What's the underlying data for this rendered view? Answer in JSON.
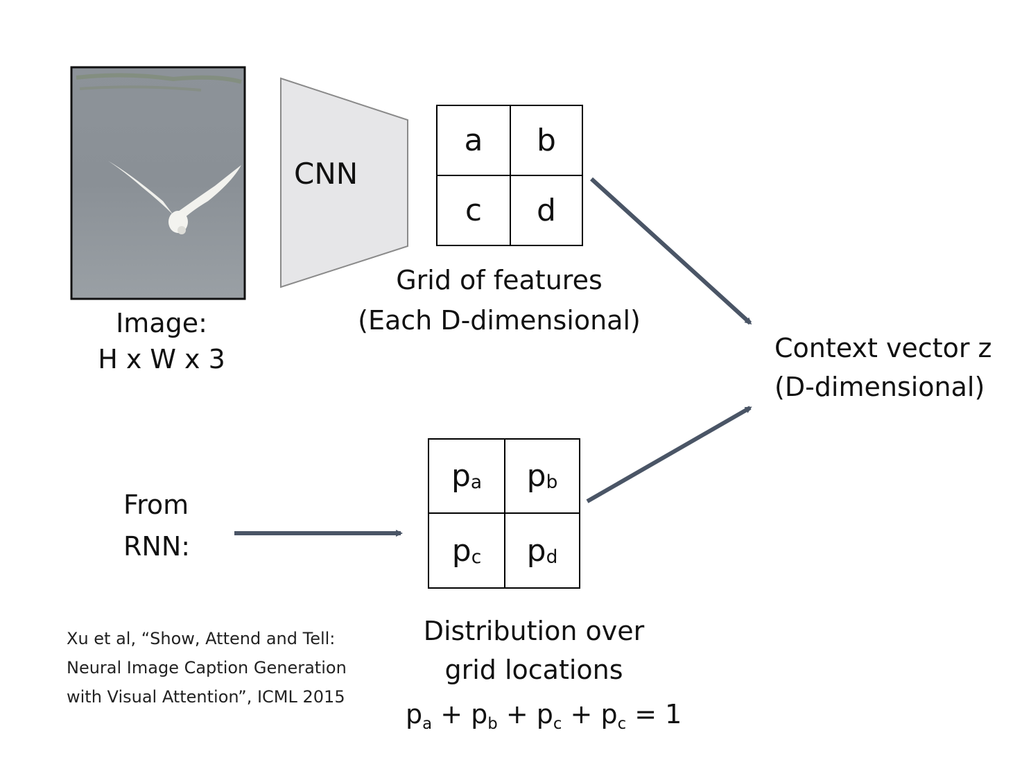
{
  "image": {
    "label_line1": "Image:",
    "label_line2": "H x W x 3",
    "photo_icon": "bird-photo"
  },
  "cnn": {
    "label": "CNN"
  },
  "feature_grid": {
    "cells": [
      "a",
      "b",
      "c",
      "d"
    ],
    "caption_line1": "Grid of features",
    "caption_line2": "(Each D-dimensional)"
  },
  "context": {
    "line1": "Context vector z",
    "line2": "(D-dimensional)"
  },
  "rnn": {
    "line1": "From",
    "line2": "RNN:"
  },
  "prob_grid": {
    "cells": [
      {
        "base": "p",
        "sub": "a"
      },
      {
        "base": "p",
        "sub": "b"
      },
      {
        "base": "p",
        "sub": "c"
      },
      {
        "base": "p",
        "sub": "d"
      }
    ],
    "caption_line1": "Distribution over",
    "caption_line2": "grid locations",
    "equation": {
      "terms": [
        {
          "base": "p",
          "sub": "a"
        },
        {
          "base": "p",
          "sub": "b"
        },
        {
          "base": "p",
          "sub": "c"
        },
        {
          "base": "p",
          "sub": "c"
        }
      ],
      "plus": "+",
      "equals": "= 1"
    }
  },
  "reference": {
    "line1": "Xu et al, “Show, Attend and Tell:",
    "line2": "Neural Image Caption Generation",
    "line3": "with Visual Attention”, ICML 2015"
  },
  "colors": {
    "arrow": "#4a5566",
    "cnn_fill": "#e6e6e8",
    "cnn_stroke": "#8a8a8a",
    "grid": "#000000"
  }
}
